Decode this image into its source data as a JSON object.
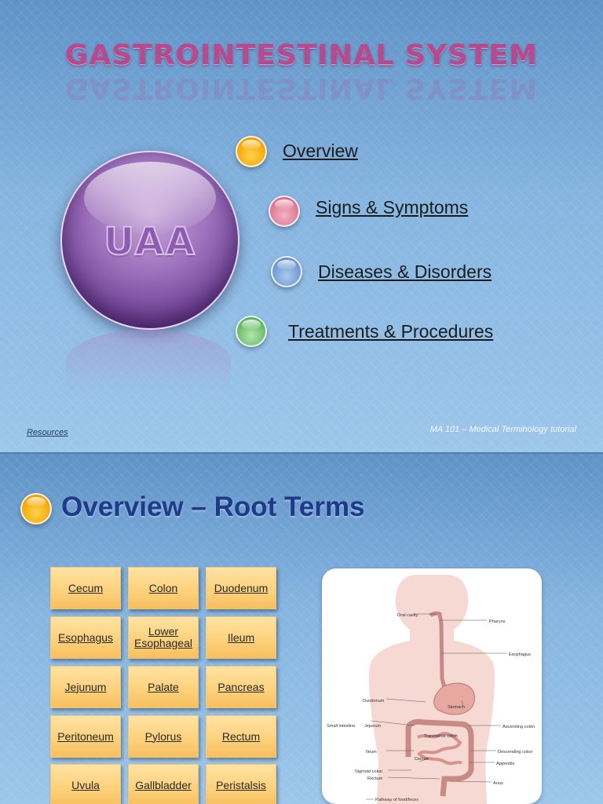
{
  "slide1": {
    "title": "GASTROINTESTINAL SYSTEM",
    "orb_label": "UAA",
    "menu": [
      {
        "label": "Overview",
        "color": "#f5a300"
      },
      {
        "label": "Signs & Symptoms",
        "color": "#d9738f"
      },
      {
        "label": "Diseases & Disorders",
        "color": "#6b94cf"
      },
      {
        "label": "Treatments & Procedures",
        "color": "#5fb565"
      }
    ],
    "footer_left": "Resources",
    "footer_right": "MA 101 – Medical Terminology tutorial"
  },
  "slide2": {
    "title": "Overview – Root Terms",
    "terms": [
      "Cecum",
      "Colon",
      "Duodenum",
      "Esophagus",
      "Lower Esophageal",
      "Ileum",
      "Jejunum",
      "Palate",
      "Pancreas",
      "Peritoneum",
      "Pylorus",
      "Rectum",
      "Uvula",
      "Gallbladder",
      "Peristalsis"
    ],
    "diagram_labels": {
      "oral_cavity": "Oral cavity",
      "pharynx": "Pharynx",
      "esophagus": "Esophagus",
      "duodenum": "Duodenum",
      "stomach": "Stomach",
      "small_intestine": "Small intestine",
      "jejunum": "Jejunum",
      "ascending_colon": "Ascending colon",
      "transverse_colon": "Transverse colon",
      "ileum": "Ileum",
      "descending_colon": "Descending colon",
      "cecum": "Cecum",
      "appendix": "Appendix",
      "sigmoid_colon": "Sigmoid colon",
      "rectum": "Rectum",
      "anus": "Anus",
      "pathway": "Pathway of food/feces"
    }
  }
}
